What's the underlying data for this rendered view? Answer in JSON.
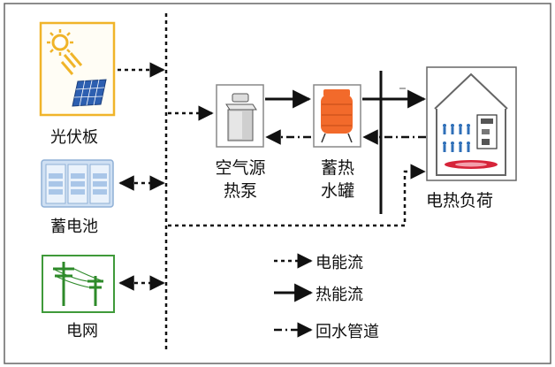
{
  "diagram": {
    "sources": {
      "pv": {
        "label": "光伏板",
        "icon": "solar-panel-icon"
      },
      "battery": {
        "label": "蓄电池",
        "icon": "battery-icon"
      },
      "grid": {
        "label": "电网",
        "icon": "power-pylon-icon"
      }
    },
    "heat_pump": {
      "line1": "空气源",
      "line2": "热泵",
      "icon": "air-source-heat-pump-icon"
    },
    "tank": {
      "line1": "蓄热",
      "line2": "水罐",
      "icon": "water-tank-icon"
    },
    "load": {
      "label": "电热负荷",
      "icon": "house-icon"
    },
    "legend": [
      {
        "style": "dotted",
        "label": "电能流"
      },
      {
        "style": "solid",
        "label": "热能流"
      },
      {
        "style": "dash-dot",
        "label": "回水管道"
      }
    ],
    "colors": {
      "pv_border": "#f0b429",
      "battery_blue": "#a9c6e8",
      "grid_border": "#3f9a3a",
      "tank_orange": "#f26a2b",
      "people_blue": "#2f6fb8",
      "heater_red": "#d6243a"
    }
  }
}
